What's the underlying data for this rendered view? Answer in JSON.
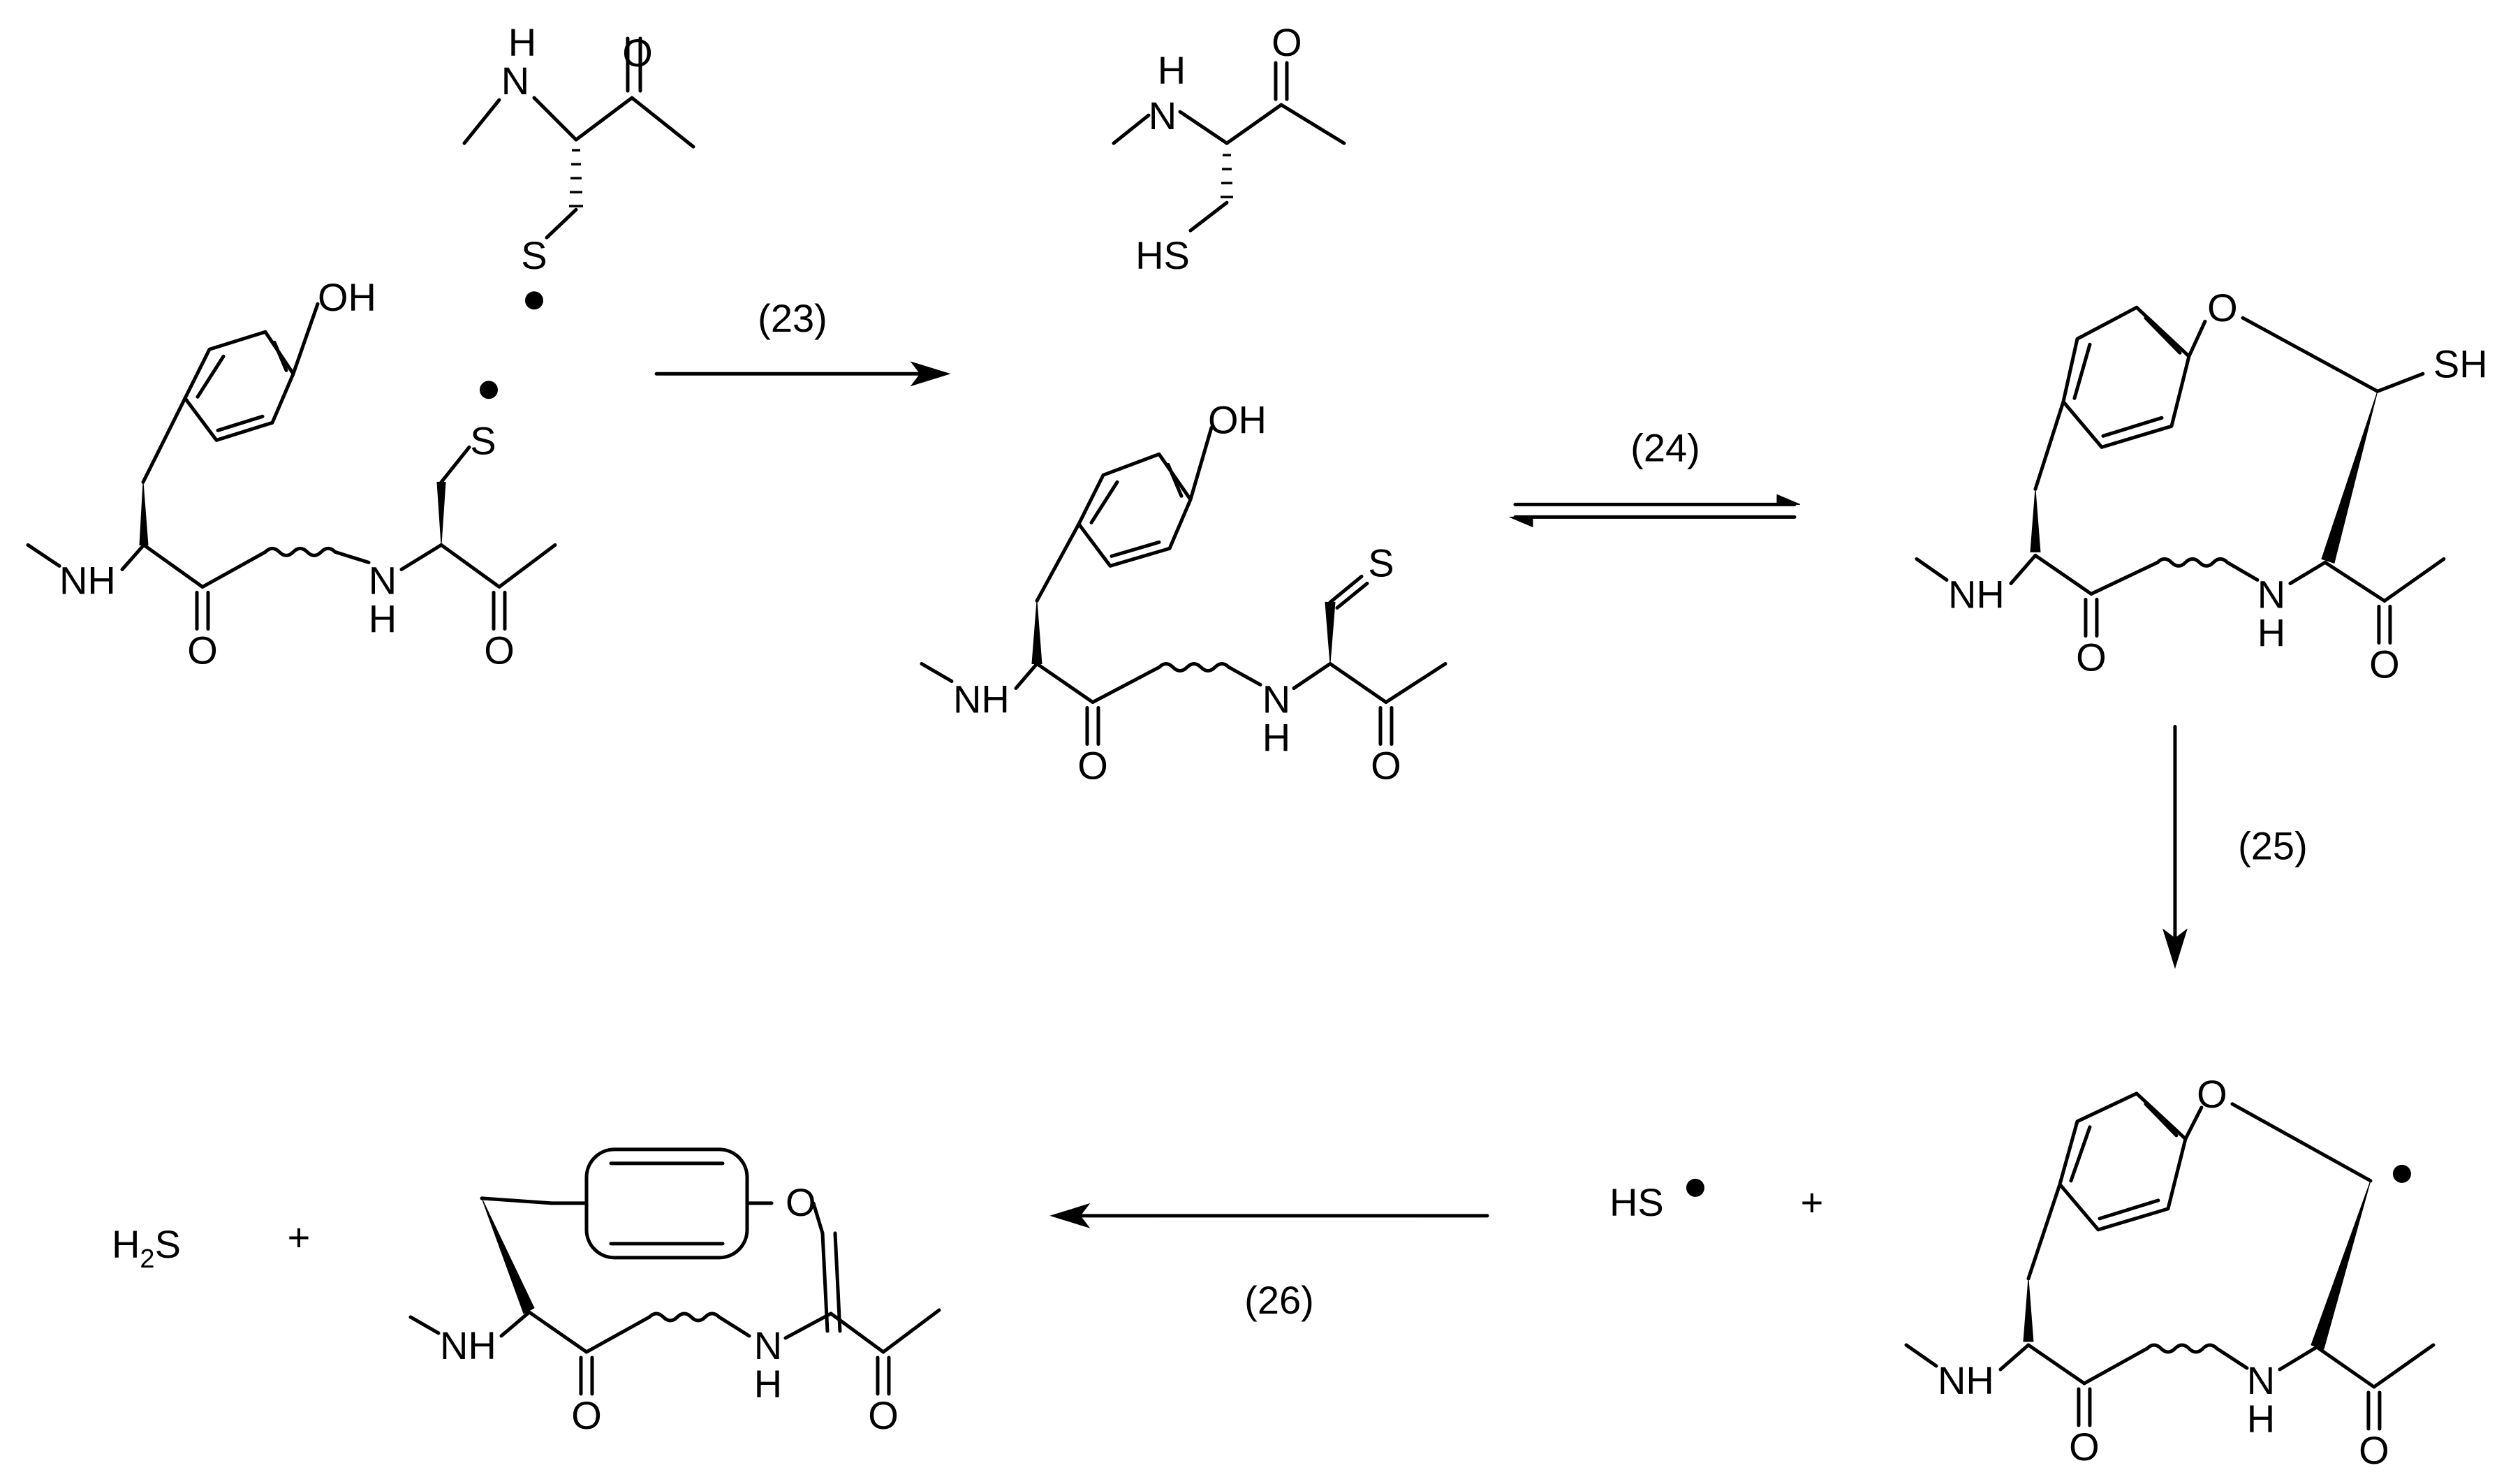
{
  "atoms": {
    "NH": "NH",
    "N": "N",
    "H": "H",
    "O": "O",
    "OH": "OH",
    "S": "S",
    "SH": "SH",
    "HS": "HS"
  },
  "steps": {
    "s23": "(23)",
    "s24": "(24)",
    "s25": "(25)",
    "s26": "(26)"
  },
  "byproducts": {
    "h2s_main": "H",
    "h2s_sub": "2",
    "h2s_tail": "S",
    "hs_radical": "HS",
    "plus": "+"
  }
}
